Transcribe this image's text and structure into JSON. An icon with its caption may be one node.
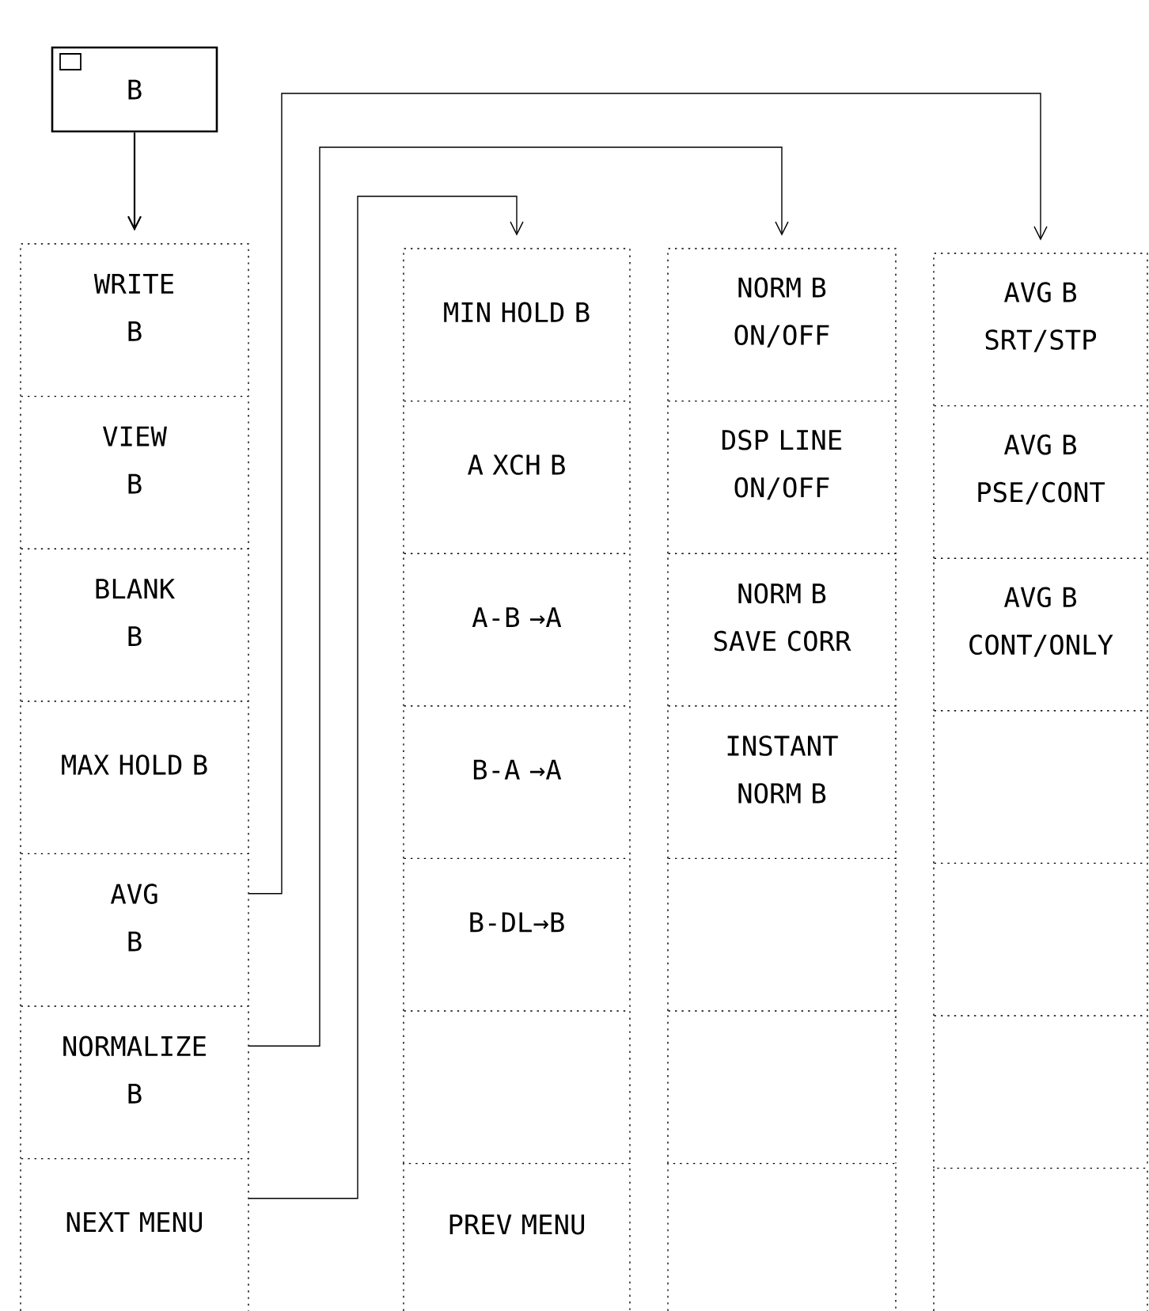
{
  "diagram": {
    "nodes": [
      {
        "text": [
          "B"
        ]
      },
      {
        "text": [
          "WRITE B"
        ]
      },
      {
        "text": [
          "VIEW B"
        ]
      },
      {
        "text": [
          "BLANK B"
        ]
      },
      {
        "text": [
          "MAX HOLD B"
        ]
      },
      {
        "text": [
          "AVG B"
        ]
      },
      {
        "text": [
          "NORMALIZE B"
        ]
      },
      {
        "text": [
          "NEXT MENU"
        ]
      },
      {
        "text": [
          "MIN HOLD B"
        ]
      },
      {
        "text": [
          "A XCH B"
        ]
      },
      {
        "text": [
          "A-B →A"
        ]
      },
      {
        "text": [
          "B-A →A"
        ]
      },
      {
        "text": [
          "B-DL→B"
        ]
      },
      {
        "text": [],
        "shape": "box"
      },
      {
        "text": [
          "PREV MENU"
        ]
      },
      {
        "text": [
          "NORM B ON/OFF"
        ]
      },
      {
        "text": [
          "DSP LINE ON/OFF"
        ]
      },
      {
        "text": [
          "NORM B SAVE CORR"
        ]
      },
      {
        "text": [
          "INSTANT NORM B"
        ]
      },
      {
        "text": [],
        "shape": "box"
      },
      {
        "text": [],
        "shape": "box"
      },
      {
        "text": [],
        "shape": "box"
      },
      {
        "text": [
          "AVG B SRT/STP"
        ]
      },
      {
        "text": [
          "AVG B PSE/CONT"
        ]
      },
      {
        "text": [
          "AVG B CONT/ONLY"
        ]
      },
      {
        "text": [],
        "shape": "box"
      },
      {
        "text": [],
        "shape": "box"
      },
      {
        "text": [],
        "shape": "box"
      },
      {
        "text": [],
        "shape": "box"
      }
    ],
    "edges": [
      {
        "from": 0,
        "to": 1,
        "arrow": "to"
      },
      {
        "from": 5,
        "to": 22,
        "arrow": "to"
      },
      {
        "from": 6,
        "to": 15,
        "arrow": "to"
      },
      {
        "from": 7,
        "to": 8,
        "arrow": "to"
      }
    ]
  }
}
